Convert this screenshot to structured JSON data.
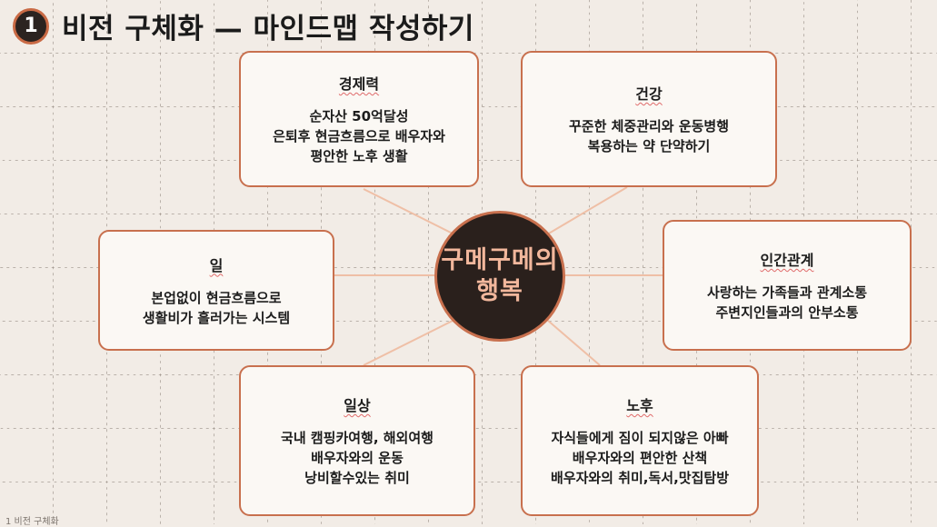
{
  "header": {
    "number": "1",
    "title": "비전 구체화 — 마인드맵 작성하기"
  },
  "center": {
    "label": "구메구메의\n행복"
  },
  "nodes": {
    "economy": {
      "title": "경제력",
      "body": "순자산 50억달성\n은퇴후 현금흐름으로 배우자와\n평안한 노후 생활"
    },
    "health": {
      "title": "건강",
      "body": "꾸준한 체중관리와 운동병행\n복용하는 약 단약하기"
    },
    "work": {
      "title": "일",
      "body": "본업없이 현금흐름으로\n생활비가 흘러가는 시스템"
    },
    "relationships": {
      "title": "인간관계",
      "body": "사랑하는 가족들과 관계소통\n주변지인들과의 안부소통"
    },
    "daily": {
      "title": "일상",
      "body": "국내 캠핑카여행, 해외여행\n배우자와의 운동\n낭비할수있는 취미"
    },
    "retirement": {
      "title": "노후",
      "body": "자식들에게 짐이 되지않은 아빠\n배우자와의 편안한 산책\n배우자와의 취미,독서,맛집탐방"
    }
  },
  "footer": {
    "text": "1 비전 구체화"
  },
  "colors": {
    "accent": "#c8704e",
    "center_bg": "#2a201c",
    "center_text": "#f2b79c",
    "node_bg": "#fbf8f4"
  }
}
